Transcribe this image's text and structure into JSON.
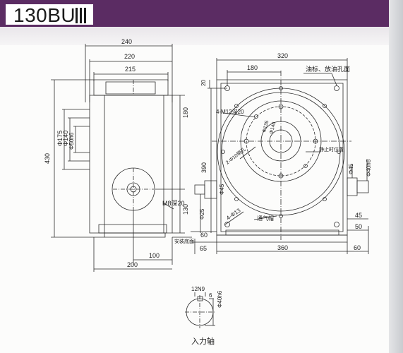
{
  "header": {
    "title": "130BU"
  },
  "colors": {
    "ink": "#2a2a2a",
    "banner": "#5b2c63"
  },
  "front_view": {
    "dims": {
      "w240": "240",
      "w220": "220",
      "w215": "215",
      "h430": "430",
      "d175": "Φ175",
      "d140": "Φ140",
      "d50": "Φ50h6",
      "h180": "180",
      "h130": "130",
      "m8": "M8深20",
      "w100": "100",
      "w200": "200"
    },
    "mounting_note": "安装底面"
  },
  "side_view": {
    "dims": {
      "w320": "320",
      "w180": "180",
      "h20": "20",
      "h390": "390",
      "hole_pattern": "4-M12深20",
      "pcd135": "Φ135",
      "pcd140": "Φ140",
      "pin_holes": "2-Φ10销孔",
      "d45": "Φ45",
      "d25": "Φ25",
      "d13": "4-Φ13",
      "h60": "60",
      "w65": "65",
      "w360": "360",
      "w60": "60",
      "out_d40": "Φ40h6",
      "out_d45": "Φ45",
      "h45": "45",
      "h50": "50"
    },
    "labels": {
      "oil": "油标、放油孔面",
      "stop": "静止时位置",
      "vent": "通气帽"
    }
  },
  "input_shaft": {
    "title": "入力轴",
    "key": "12N9",
    "depth": "6",
    "diameter": "Φ40h6"
  }
}
